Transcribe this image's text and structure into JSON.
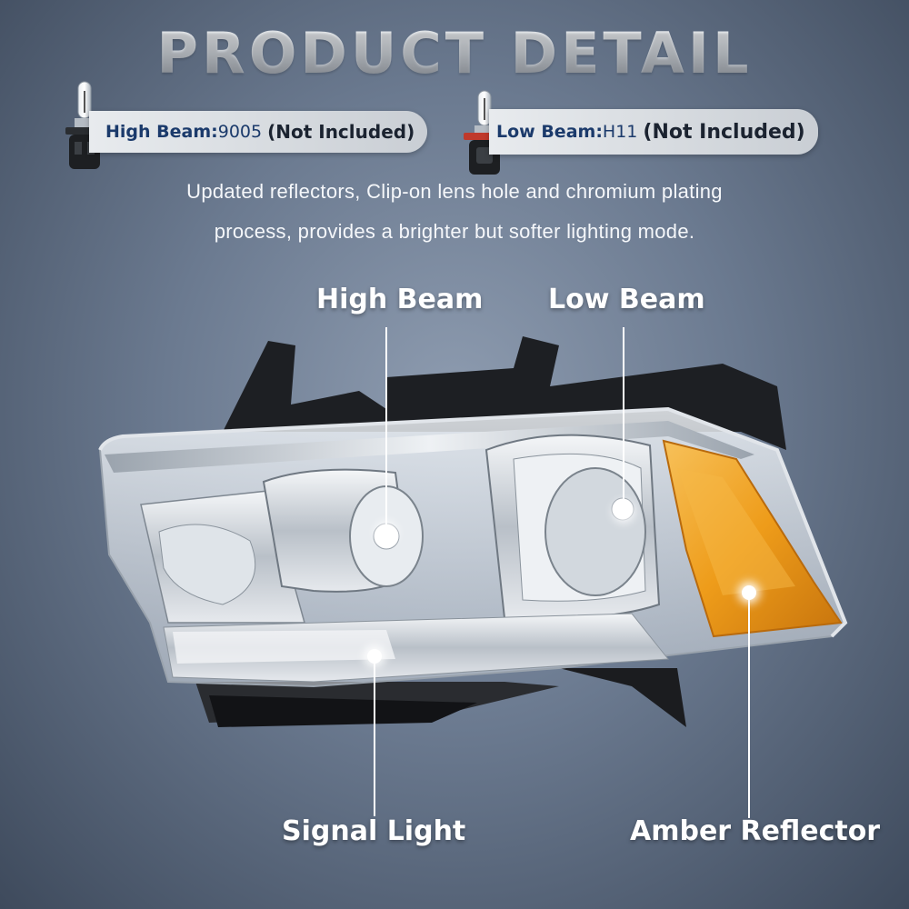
{
  "header": {
    "title": "PRODUCT DETAIL"
  },
  "bulbs": {
    "high_beam": {
      "name": "High Beam:",
      "code": "9005",
      "note": "(Not Included)"
    },
    "low_beam": {
      "name": "Low Beam:",
      "code": "H11",
      "note": "(Not Included)"
    }
  },
  "description": {
    "line1": "Updated reflectors, Clip-on lens hole and chromium plating",
    "line2": "process, provides a brighter but softer lighting mode."
  },
  "callouts": {
    "high_beam": "High Beam",
    "low_beam": "Low Beam",
    "signal_light": "Signal Light",
    "amber_reflector": "Amber Reflector"
  },
  "colors": {
    "background": "#6b7a90",
    "pill_text": "#1b3a6b",
    "amber": "#f0a11c",
    "chrome": "#d8dde3",
    "housing": "#1a1c20"
  },
  "icons": [
    "halogen-bulb-icon",
    "halogen-bulb-icon"
  ]
}
